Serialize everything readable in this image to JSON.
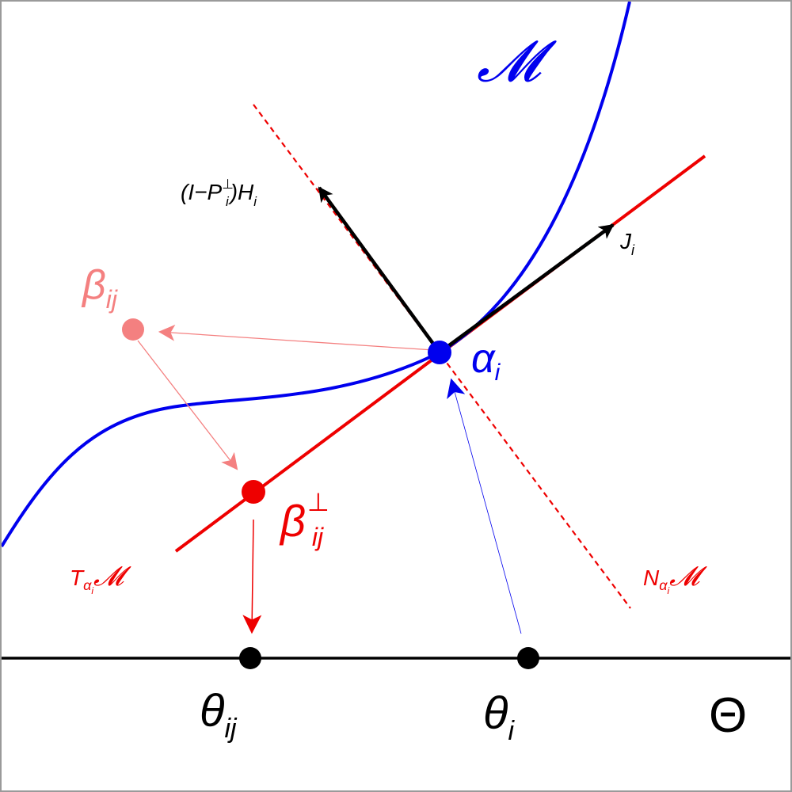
{
  "colors": {
    "manifold": "#0000ee",
    "tangent": "#ee0000",
    "vector": "#000000",
    "faint": "#f48080",
    "frame": "#9a9a9a"
  },
  "labels": {
    "manifold": "𝓜",
    "alpha": "α",
    "alpha_sub": "i",
    "beta": "β",
    "beta_sub": "ij",
    "beta_perp": "β",
    "beta_perp_sup": "⊥",
    "beta_perp_sub": "ij",
    "J": "J",
    "J_sub": "i",
    "H_pre": "(I−P",
    "H_sup": "⊥",
    "H_sub_i": "i",
    "H_mid": ")H",
    "H_sub": "i",
    "tangent_T": "T",
    "tangent_sub": "α",
    "tangent_subsub": "i",
    "tangent_M": "𝓜",
    "normal_N": "N",
    "normal_sub": "α",
    "normal_subsub": "i",
    "normal_M": "𝓜",
    "theta_ij": "θ",
    "theta_ij_sub": "ij",
    "theta_i": "θ",
    "theta_i_sub": "i",
    "space": "Θ"
  }
}
